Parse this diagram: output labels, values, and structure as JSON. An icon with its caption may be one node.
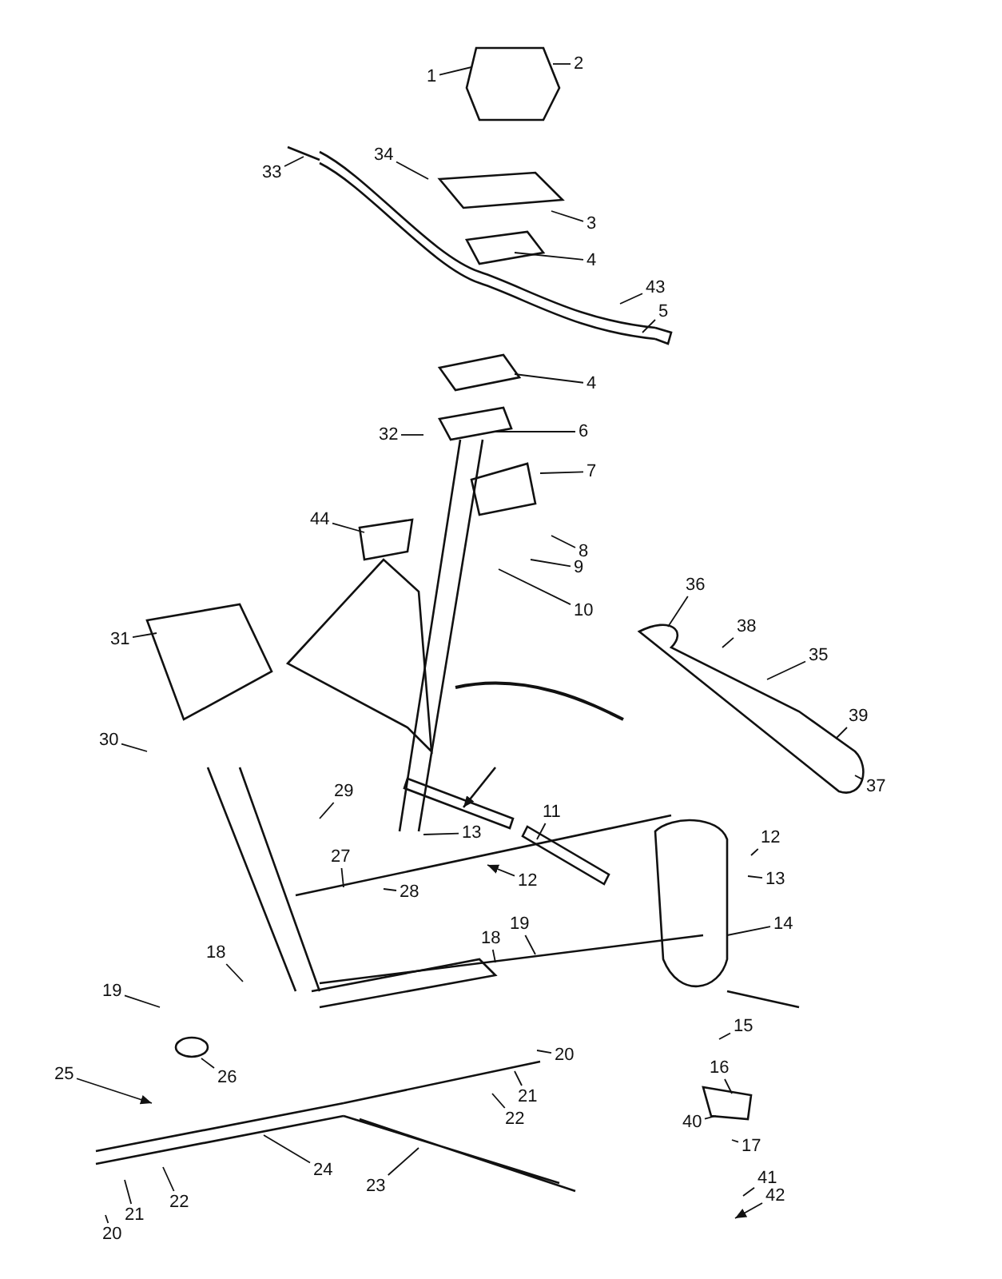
{
  "diagram": {
    "nodes": [
      {
        "text": [
          "1"
        ]
      },
      {
        "text": [
          "2"
        ]
      },
      {
        "text": [
          "34"
        ]
      },
      {
        "text": [
          "33"
        ]
      },
      {
        "text": [
          "3"
        ]
      },
      {
        "text": [
          "4"
        ]
      },
      {
        "text": [
          "43"
        ]
      },
      {
        "text": [
          "5"
        ]
      },
      {
        "text": [
          "4"
        ]
      },
      {
        "text": [
          "6"
        ]
      },
      {
        "text": [
          "32"
        ]
      },
      {
        "text": [
          "7"
        ]
      },
      {
        "text": [
          "44"
        ]
      },
      {
        "text": [
          "8"
        ]
      },
      {
        "text": [
          "9"
        ]
      },
      {
        "text": [
          "36"
        ]
      },
      {
        "text": [
          "10"
        ]
      },
      {
        "text": [
          "38"
        ]
      },
      {
        "text": [
          "31"
        ]
      },
      {
        "text": [
          "35"
        ]
      },
      {
        "text": [
          "39"
        ]
      },
      {
        "text": [
          "30"
        ]
      },
      {
        "text": [
          "37"
        ]
      },
      {
        "text": [
          "29"
        ]
      },
      {
        "text": [
          "11"
        ]
      },
      {
        "text": [
          "13"
        ]
      },
      {
        "text": [
          "12"
        ]
      },
      {
        "text": [
          "27"
        ]
      },
      {
        "text": [
          "13"
        ]
      },
      {
        "text": [
          "12"
        ]
      },
      {
        "text": [
          "28"
        ]
      },
      {
        "text": [
          "14"
        ]
      },
      {
        "text": [
          "19"
        ]
      },
      {
        "text": [
          "18"
        ]
      },
      {
        "text": [
          "18"
        ]
      },
      {
        "text": [
          "19"
        ]
      },
      {
        "text": [
          "26"
        ]
      },
      {
        "text": [
          "15"
        ]
      },
      {
        "text": [
          "25"
        ]
      },
      {
        "text": [
          "20"
        ]
      },
      {
        "text": [
          "16"
        ]
      },
      {
        "text": [
          "21"
        ]
      },
      {
        "text": [
          "22"
        ]
      },
      {
        "text": [
          "40"
        ]
      },
      {
        "text": [
          "17"
        ]
      },
      {
        "text": [
          "24"
        ]
      },
      {
        "text": [
          "41"
        ]
      },
      {
        "text": [
          "23"
        ]
      },
      {
        "text": [
          "42"
        ]
      },
      {
        "text": [
          "22"
        ]
      },
      {
        "text": [
          "21"
        ]
      },
      {
        "text": [
          "20"
        ]
      }
    ],
    "edges": [
      {
        "from": 0,
        "to": null,
        "arrow": "none"
      },
      {
        "from": 1,
        "to": null,
        "arrow": "none"
      },
      {
        "from": 2,
        "to": null,
        "arrow": "none"
      },
      {
        "from": 3,
        "to": null,
        "arrow": "none"
      },
      {
        "from": 4,
        "to": null,
        "arrow": "none"
      },
      {
        "from": 5,
        "to": null,
        "arrow": "none"
      },
      {
        "from": 6,
        "to": null,
        "arrow": "none"
      },
      {
        "from": 7,
        "to": null,
        "arrow": "none"
      },
      {
        "from": 8,
        "to": null,
        "arrow": "none"
      },
      {
        "from": 9,
        "to": null,
        "arrow": "none"
      },
      {
        "from": 10,
        "to": null,
        "arrow": "none"
      },
      {
        "from": 11,
        "to": null,
        "arrow": "none"
      },
      {
        "from": 12,
        "to": null,
        "arrow": "none"
      },
      {
        "from": 13,
        "to": null,
        "arrow": "none"
      },
      {
        "from": 14,
        "to": null,
        "arrow": "none"
      },
      {
        "from": 15,
        "to": null,
        "arrow": "none"
      },
      {
        "from": 16,
        "to": null,
        "arrow": "none"
      },
      {
        "from": 17,
        "to": null,
        "arrow": "none"
      },
      {
        "from": 18,
        "to": null,
        "arrow": "none"
      },
      {
        "from": 19,
        "to": null,
        "arrow": "none"
      },
      {
        "from": 20,
        "to": null,
        "arrow": "none"
      },
      {
        "from": 21,
        "to": null,
        "arrow": "none"
      },
      {
        "from": 22,
        "to": null,
        "arrow": "none"
      },
      {
        "from": 23,
        "to": null,
        "arrow": "none"
      },
      {
        "from": 24,
        "to": null,
        "arrow": "none"
      },
      {
        "from": 25,
        "to": null,
        "arrow": "none"
      },
      {
        "from": 26,
        "to": null,
        "arrow": "to"
      },
      {
        "from": 27,
        "to": null,
        "arrow": "none"
      },
      {
        "from": 28,
        "to": null,
        "arrow": "none"
      },
      {
        "from": 29,
        "to": null,
        "arrow": "none"
      },
      {
        "from": 30,
        "to": null,
        "arrow": "none"
      },
      {
        "from": 31,
        "to": null,
        "arrow": "none"
      },
      {
        "from": 32,
        "to": null,
        "arrow": "none"
      },
      {
        "from": 33,
        "to": null,
        "arrow": "none"
      },
      {
        "from": 34,
        "to": null,
        "arrow": "none"
      },
      {
        "from": 35,
        "to": null,
        "arrow": "none"
      },
      {
        "from": 36,
        "to": null,
        "arrow": "none"
      },
      {
        "from": 37,
        "to": null,
        "arrow": "none"
      },
      {
        "from": 38,
        "to": null,
        "arrow": "to"
      },
      {
        "from": 39,
        "to": null,
        "arrow": "none"
      },
      {
        "from": 40,
        "to": null,
        "arrow": "none"
      },
      {
        "from": 41,
        "to": null,
        "arrow": "none"
      },
      {
        "from": 42,
        "to": null,
        "arrow": "none"
      },
      {
        "from": 43,
        "to": null,
        "arrow": "none"
      },
      {
        "from": 44,
        "to": null,
        "arrow": "none"
      },
      {
        "from": 45,
        "to": null,
        "arrow": "none"
      },
      {
        "from": 46,
        "to": null,
        "arrow": "none"
      },
      {
        "from": 47,
        "to": null,
        "arrow": "none"
      },
      {
        "from": 48,
        "to": null,
        "arrow": "to"
      },
      {
        "from": 49,
        "to": null,
        "arrow": "none"
      },
      {
        "from": 50,
        "to": null,
        "arrow": "none"
      },
      {
        "from": 51,
        "to": null,
        "arrow": "none"
      }
    ]
  }
}
